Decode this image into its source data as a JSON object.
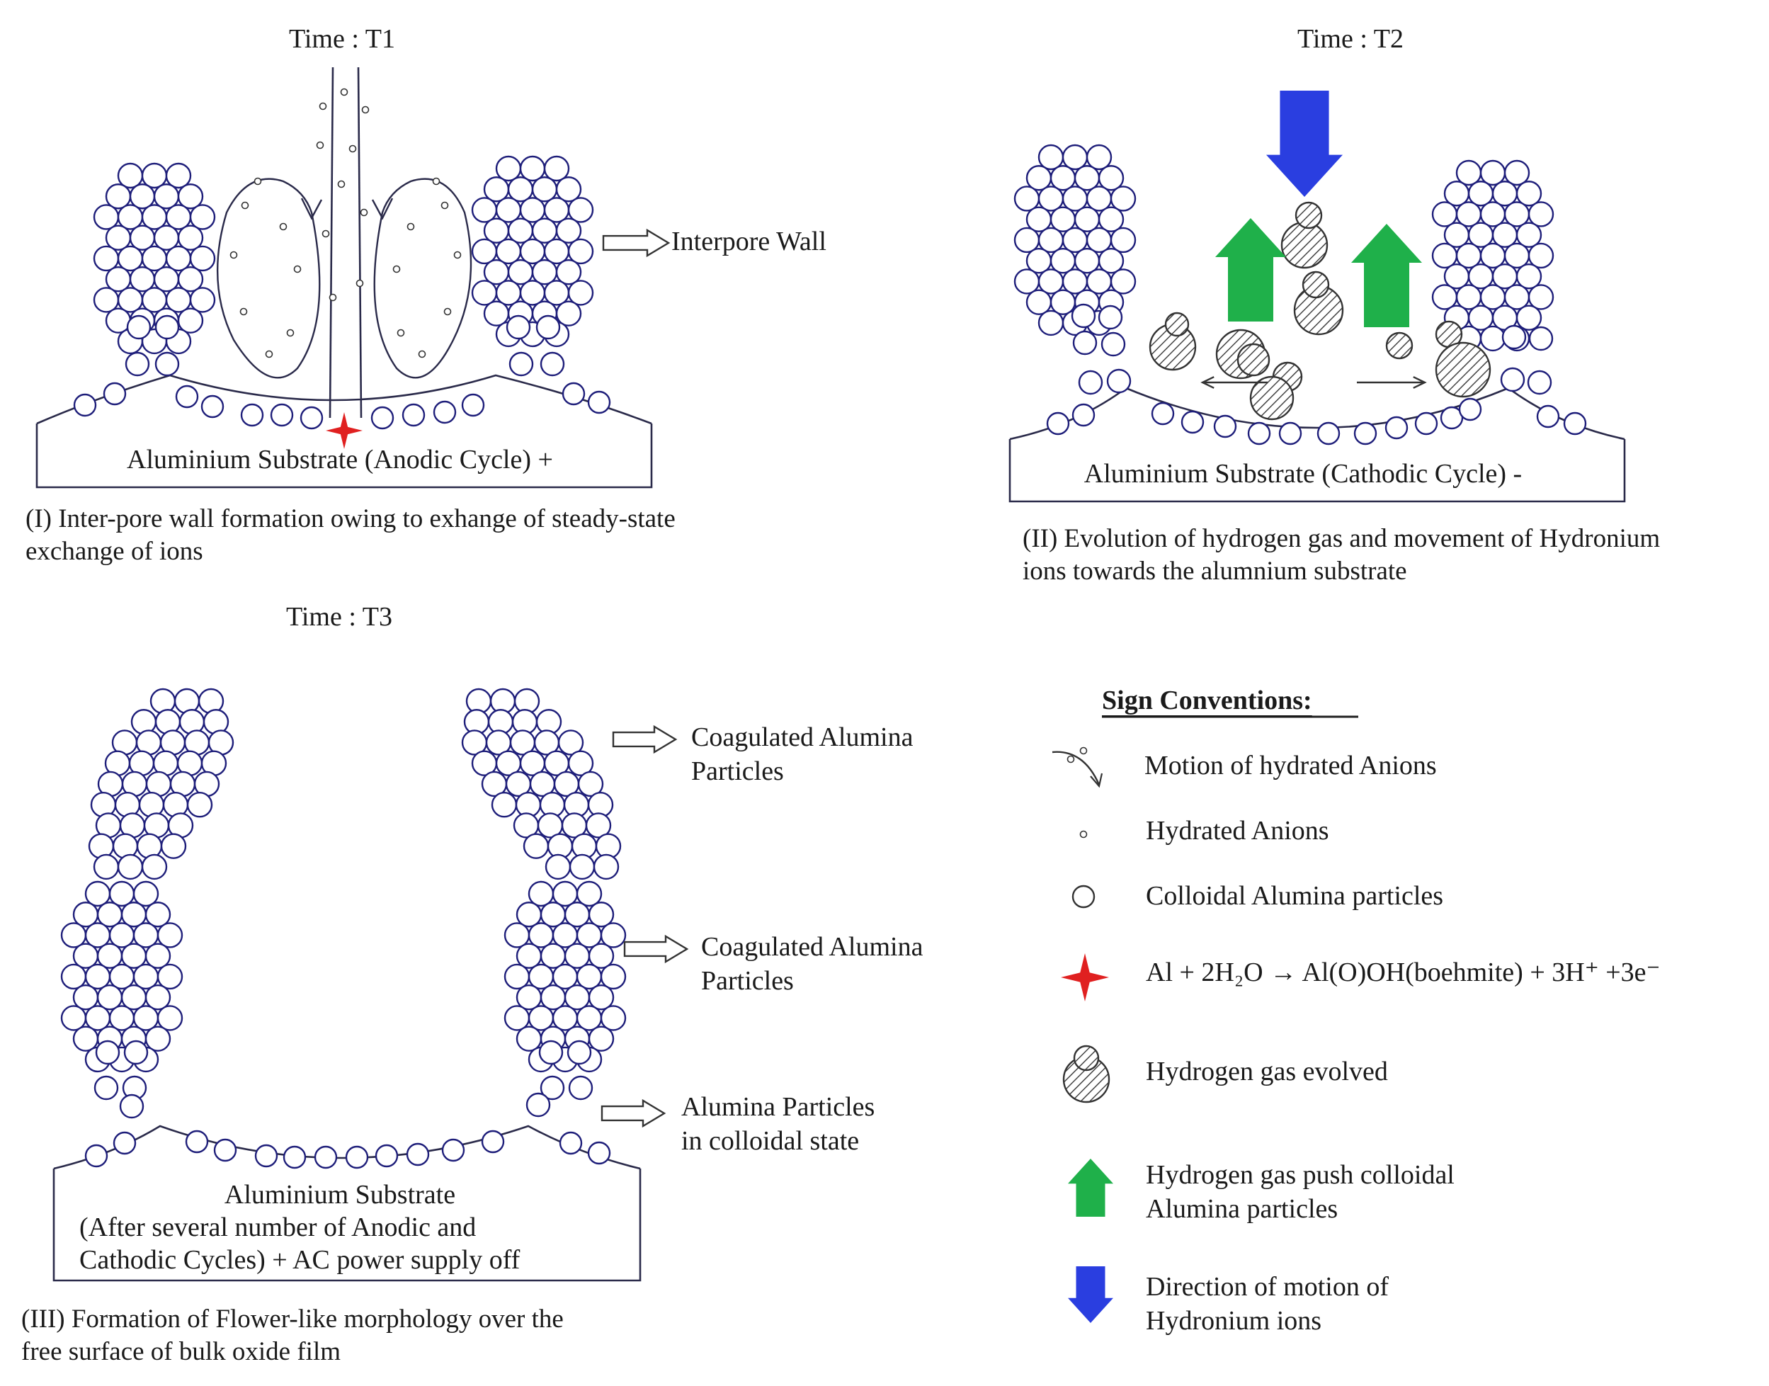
{
  "panels": [
    {
      "time": "Time : T1",
      "substrate": "Aluminium Substrate (Anodic Cycle) +",
      "caption_line1": "(I) Inter-pore wall formation owing to exhange of steady-state",
      "caption_line2": "exchange of ions",
      "label_wall": "Interpore Wall"
    },
    {
      "time": "Time : T2",
      "substrate": "Aluminium Substrate (Cathodic Cycle) -",
      "caption_line1": "(II) Evolution of hydrogen gas and movement of Hydronium",
      "caption_line2": "ions towards the alumnium substrate"
    },
    {
      "time": "Time : T3",
      "substrate_line1": "Aluminium Substrate",
      "substrate_line2": "(After several number of Anodic and",
      "substrate_line3": "Cathodic Cycles) + AC power supply off",
      "caption_line1": "(III) Formation of Flower-like morphology over the",
      "caption_line2": "free surface of bulk oxide film",
      "labels": [
        {
          "line1": "Coagulated Alumina",
          "line2": "Particles"
        },
        {
          "line1": "Coagulated Alumina",
          "line2": "Particles"
        },
        {
          "line1": "Alumina Particles",
          "line2": "in colloidal state"
        }
      ]
    }
  ],
  "legend": {
    "title": "Sign Conventions:",
    "items": [
      {
        "icon": "anion-motion-icon",
        "text": "Motion of hydrated Anions"
      },
      {
        "icon": "hydrated-anion-icon",
        "text": "Hydrated Anions"
      },
      {
        "icon": "colloidal-particle-icon",
        "text": "Colloidal Alumina particles"
      },
      {
        "icon": "reaction-star-icon",
        "text": "Al + 2H₂O → Al(O)OH(boehmite) + 3H⁺ +3e⁻"
      },
      {
        "icon": "hydrogen-gas-icon",
        "text": "Hydrogen gas evolved"
      },
      {
        "icon": "green-arrow-icon",
        "text": "Hydrogen gas push colloidal",
        "text2": "Alumina particles"
      },
      {
        "icon": "blue-arrow-icon",
        "text": "Direction of motion of",
        "text2": "Hydronium ions"
      }
    ]
  },
  "colors": {
    "particle_stroke": "#1e1e7a",
    "line": "#2a2a4a",
    "star": "#e02020",
    "green": "#1fb04a",
    "blue": "#2a3ee0",
    "gas": "#555555"
  }
}
